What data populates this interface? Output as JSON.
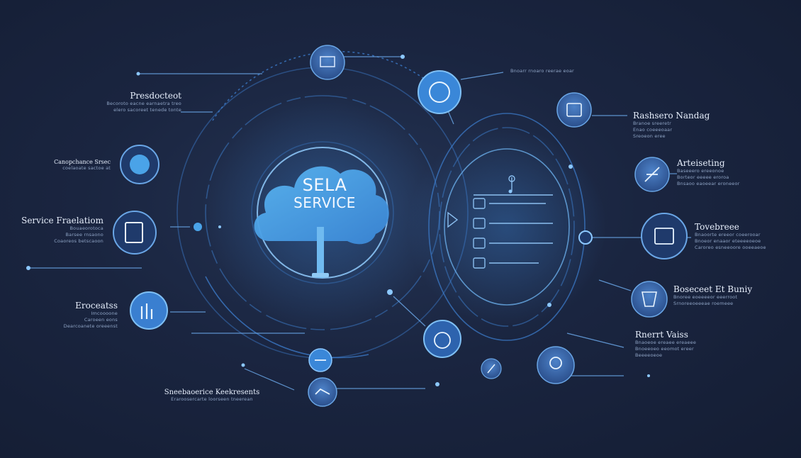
{
  "diagram": {
    "center_title": "SELA",
    "center_subtitle": "SERVICE",
    "labels": {
      "top_left": {
        "title": "Presdocteot",
        "lines": [
          "Becoroto eacne earnaetra treo",
          "elero sacoreet tenede tonte"
        ]
      },
      "mid_left_1": {
        "title": "Canopchance Srsec",
        "lines": [
          "coelaoate sactoe at"
        ]
      },
      "mid_left_2": {
        "title": "Service Fraelatiom",
        "lines": [
          "Bouaeorotoca",
          "Barsee rnsaono",
          "Coaoreos betscaoon"
        ]
      },
      "low_left": {
        "title": "Eroceatss",
        "lines": [
          "Imcoooone",
          "Caroeen eons",
          "Dearcoanete oreeenst"
        ]
      },
      "bottom": {
        "title": "Sneebaoerice Keekresents",
        "lines": [
          "Eraroosercarte loorseen tneerean"
        ]
      },
      "top_mid": {
        "title": "",
        "lines": [
          "Bnoarr rnoaro reerae eoar"
        ]
      },
      "right_1": {
        "title": "Rashsero Nandag",
        "lines": [
          "Branoe sreeretr",
          "Enao coeeeoaar",
          "Sreoeon eree"
        ]
      },
      "right_2": {
        "title": "Arteiseting",
        "lines": [
          "Baseeero ereeonoe",
          "Borteor eeeee eroroa",
          "Bnsaoo eaoeear eroneeor"
        ]
      },
      "right_3": {
        "title": "Tovebreee",
        "lines": [
          "Bnaoorte ereeor coeerooar",
          "Bnoeor enaaor eteeeeoeoe",
          "Caroreo esneeoore ooeeaeoe"
        ]
      },
      "right_4": {
        "title": "Boseceet Et Buniy",
        "lines": [
          "Bnoree eoeeeeor eeerroot",
          "Srnoreeoeeeae roemeee"
        ]
      },
      "right_5": {
        "title": "Rnerrt Vaiss",
        "lines": [
          "Bnaoeoe ereaee ereaeee",
          "Bnoeeoeo eeomot ereer",
          "Beeeeoeoe"
        ]
      }
    }
  },
  "colors": {
    "accent": "#4aa3e8",
    "node": "#3b5f9e",
    "ring": "#3d7fd0",
    "bg": "#1a2540"
  }
}
